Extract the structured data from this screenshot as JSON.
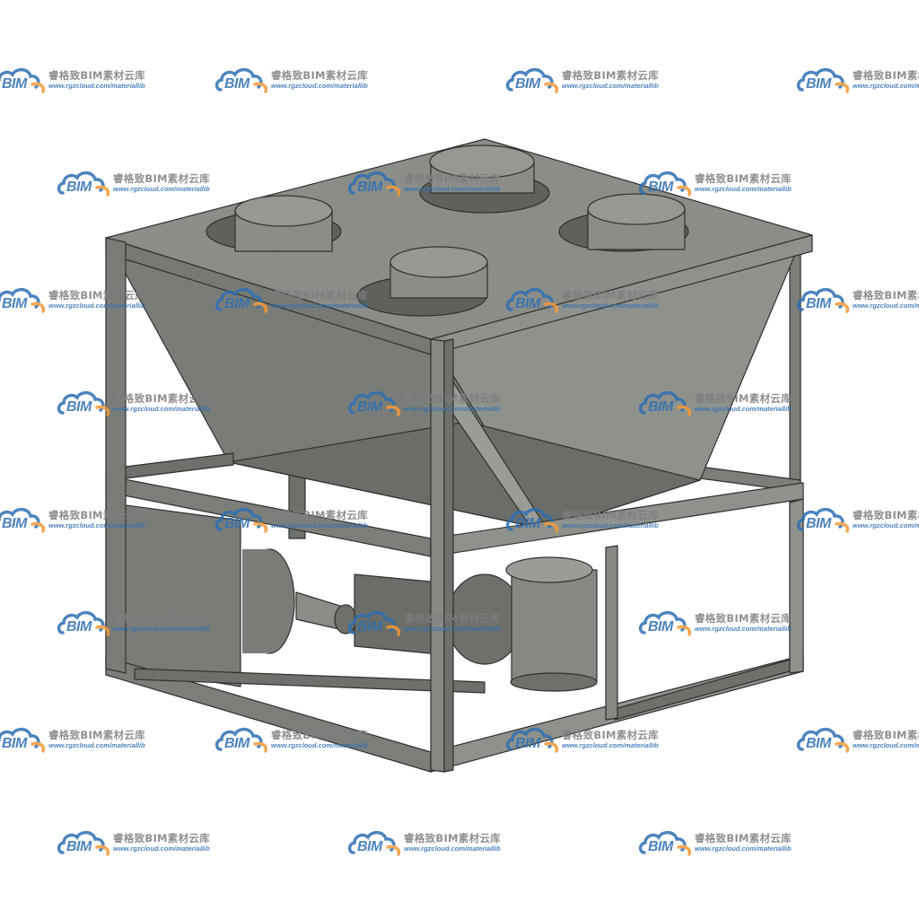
{
  "watermark": {
    "brand": "BIM",
    "name": "睿格致BIM素材云库",
    "url": "www.rgzcloud.com/materiallib",
    "colors": {
      "blue": "#2f6fb3",
      "orange": "#f29a38",
      "gray": "#7d7d7d"
    }
  },
  "model": {
    "icon": "dust-collector-equipment-3d-model",
    "colors": {
      "light": "#8e918b",
      "mid": "#7c7f79",
      "dark": "#62655f",
      "edge": "#2e302c"
    }
  }
}
